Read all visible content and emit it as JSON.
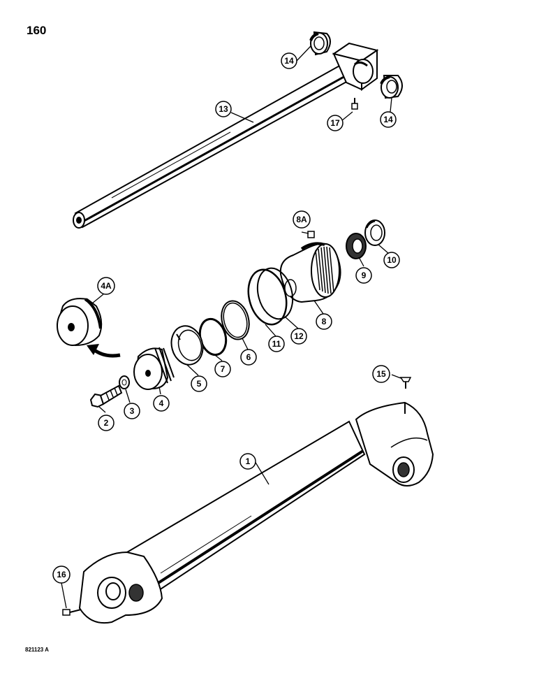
{
  "page_number": "160",
  "document_code": "821123 A",
  "callouts": {
    "c1": "1",
    "c2": "2",
    "c3": "3",
    "c4": "4",
    "c4a": "4A",
    "c5": "5",
    "c6": "6",
    "c7": "7",
    "c8": "8",
    "c8a": "8A",
    "c9": "9",
    "c10": "10",
    "c11": "11",
    "c12": "12",
    "c13": "13",
    "c14a": "14",
    "c14b": "14",
    "c15": "15",
    "c16": "16",
    "c17": "17"
  }
}
